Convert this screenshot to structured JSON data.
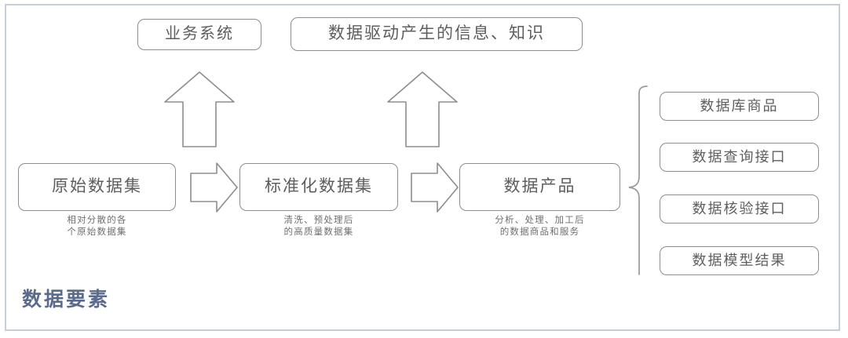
{
  "diagram": {
    "title_footer": "数据要素",
    "frame_color": "#c7cedb",
    "node_stroke": "#8d8d8d",
    "text_color": "#5e5e5e",
    "caption_color": "#6f6f6f",
    "footer_color": "#5b6b8c"
  },
  "top_nodes": [
    {
      "label": "业务系统"
    },
    {
      "label": "数据驱动产生的信息、知识"
    }
  ],
  "pipeline": [
    {
      "label": "原始数据集",
      "caption": "相对分散的各\n个原始数据集"
    },
    {
      "label": "标准化数据集",
      "caption": "清洗、预处理后\n的高质量数据集"
    },
    {
      "label": "数据产品",
      "caption": "分析、处理、加工后\n的数据商品和服务"
    }
  ],
  "outputs": [
    {
      "label": "数据库商品"
    },
    {
      "label": "数据查询接口"
    },
    {
      "label": "数据核验接口"
    },
    {
      "label": "数据模型结果"
    }
  ],
  "connectors": {
    "up_arrow_1": "up-arrow",
    "up_arrow_2": "up-arrow",
    "right_arrow_1": "right-arrow",
    "right_arrow_2": "right-arrow",
    "brace": "left-curly-brace"
  }
}
